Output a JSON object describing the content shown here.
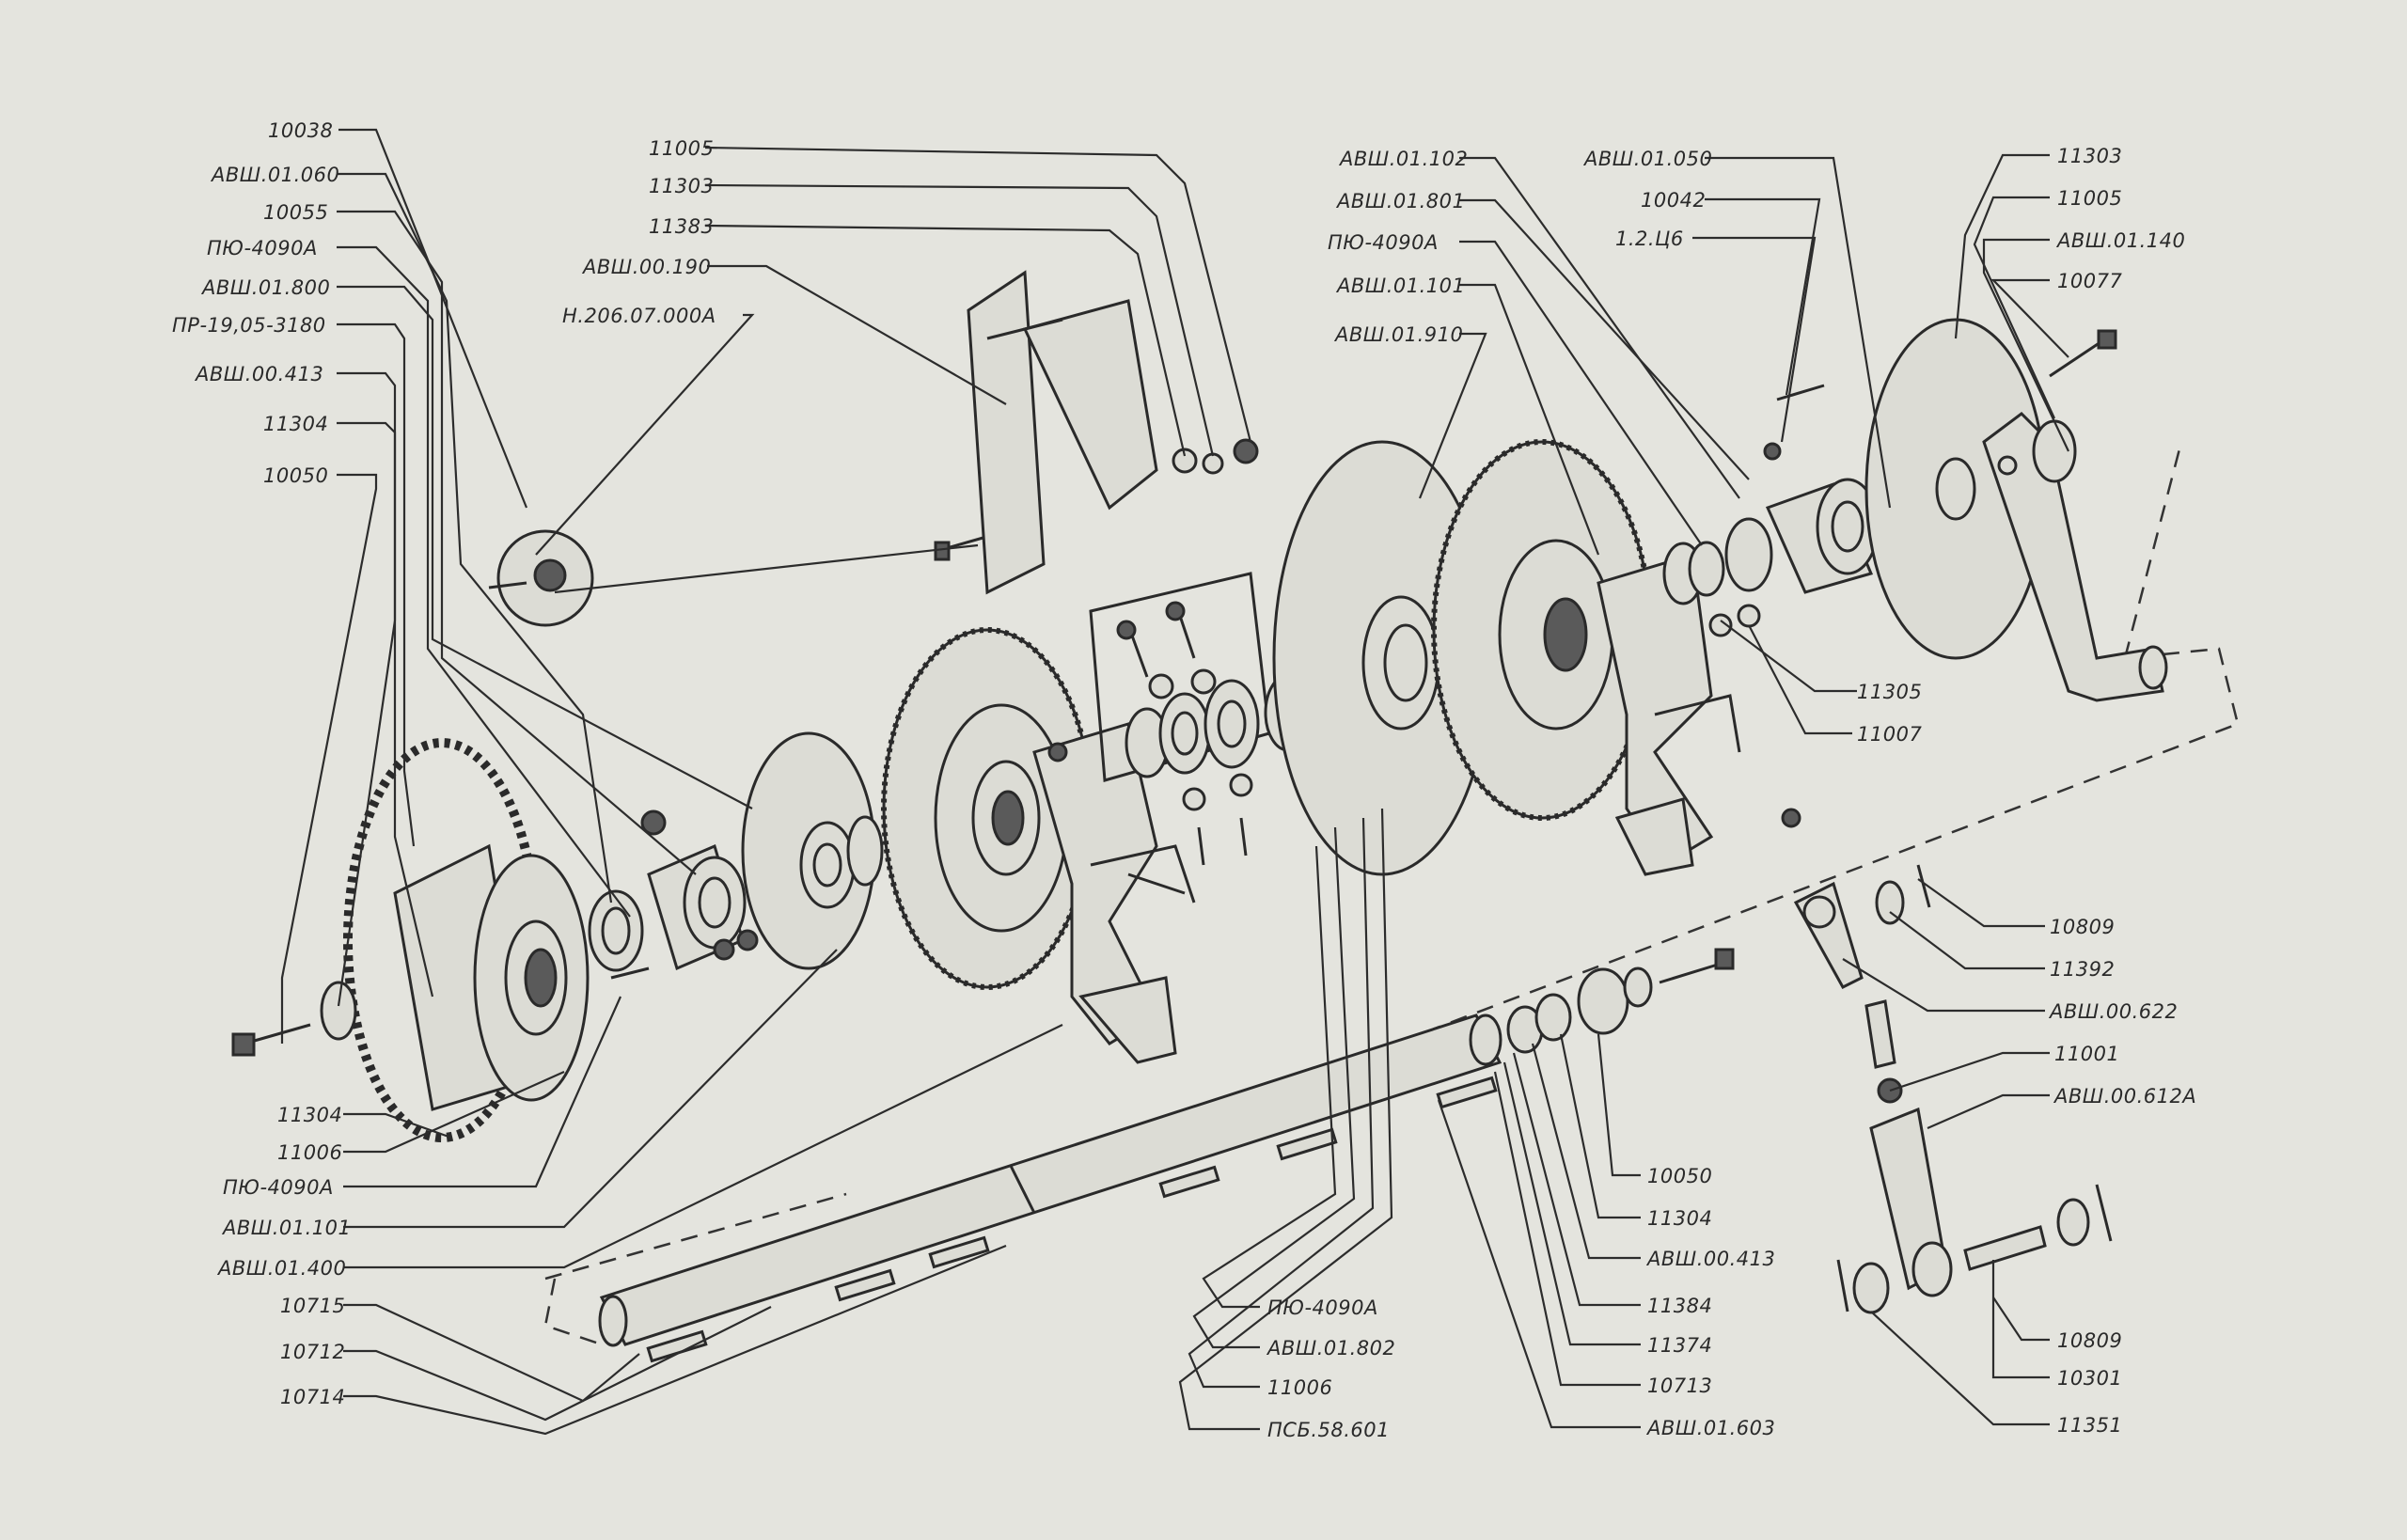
{
  "labels": [
    {
      "id": "l01",
      "text": "10038"
    },
    {
      "id": "l02",
      "text": "АВШ.01.060"
    },
    {
      "id": "l03",
      "text": "10055"
    },
    {
      "id": "l04",
      "text": "ПЮ-4090А"
    },
    {
      "id": "l05",
      "text": "АВШ.01.800"
    },
    {
      "id": "l06",
      "text": "ПР-19,05-3180"
    },
    {
      "id": "l07",
      "text": "АВШ.00.413"
    },
    {
      "id": "l08",
      "text": "11304"
    },
    {
      "id": "l09",
      "text": "10050"
    },
    {
      "id": "l10",
      "text": "11005"
    },
    {
      "id": "l11",
      "text": "11303"
    },
    {
      "id": "l12",
      "text": "11383"
    },
    {
      "id": "l13",
      "text": "АВШ.00.190"
    },
    {
      "id": "l14",
      "text": "Н.206.07.000А"
    },
    {
      "id": "l15",
      "text": "АВШ.01.102"
    },
    {
      "id": "l16",
      "text": "АВШ.01.801"
    },
    {
      "id": "l17",
      "text": "ПЮ-4090А"
    },
    {
      "id": "l18",
      "text": "АВШ.01.101"
    },
    {
      "id": "l19",
      "text": "АВШ.01.910"
    },
    {
      "id": "l20",
      "text": "АВШ.01.050"
    },
    {
      "id": "l21",
      "text": "10042"
    },
    {
      "id": "l22",
      "text": "1.2.Ц6"
    },
    {
      "id": "l23",
      "text": "11303"
    },
    {
      "id": "l24",
      "text": "11005"
    },
    {
      "id": "l25",
      "text": "АВШ.01.140"
    },
    {
      "id": "l26",
      "text": "10077"
    },
    {
      "id": "l27",
      "text": "11305"
    },
    {
      "id": "l28",
      "text": "11007"
    },
    {
      "id": "l29",
      "text": "10809"
    },
    {
      "id": "l30",
      "text": "11392"
    },
    {
      "id": "l31",
      "text": "АВШ.00.622"
    },
    {
      "id": "l32",
      "text": "11001"
    },
    {
      "id": "l33",
      "text": "АВШ.00.612А"
    },
    {
      "id": "l34",
      "text": "11304"
    },
    {
      "id": "l35",
      "text": "11006"
    },
    {
      "id": "l36",
      "text": "ПЮ-4090А"
    },
    {
      "id": "l37",
      "text": "АВШ.01.101"
    },
    {
      "id": "l38",
      "text": "АВШ.01.400"
    },
    {
      "id": "l39",
      "text": "10715"
    },
    {
      "id": "l40",
      "text": "10712"
    },
    {
      "id": "l41",
      "text": "10714"
    },
    {
      "id": "l42",
      "text": "10050"
    },
    {
      "id": "l43",
      "text": "11304"
    },
    {
      "id": "l44",
      "text": "АВШ.00.413"
    },
    {
      "id": "l45",
      "text": "11384"
    },
    {
      "id": "l46",
      "text": "11374"
    },
    {
      "id": "l47",
      "text": "10713"
    },
    {
      "id": "l48",
      "text": "АВШ.01.603"
    },
    {
      "id": "l49",
      "text": "ПЮ-4090А"
    },
    {
      "id": "l50",
      "text": "АВШ.01.802"
    },
    {
      "id": "l51",
      "text": "11006"
    },
    {
      "id": "l52",
      "text": "ПСБ.58.601"
    },
    {
      "id": "l53",
      "text": "10809"
    },
    {
      "id": "l54",
      "text": "10301"
    },
    {
      "id": "l55",
      "text": "11351"
    }
  ]
}
